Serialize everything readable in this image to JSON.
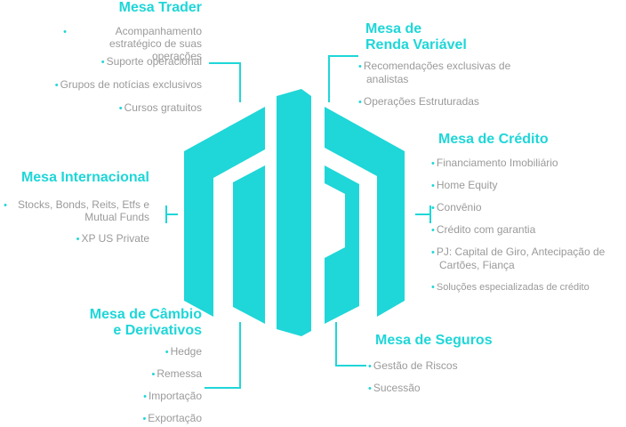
{
  "colors": {
    "accent": "#1fd6d8",
    "text": "#9a9a9a",
    "background": "#ffffff"
  },
  "center_logo": "hexagon-building-logo-icon",
  "sections": {
    "trader": {
      "title": "Mesa Trader",
      "items": [
        "Acompanhamento estratégico de suas operações",
        "Suporte operacional",
        "Grupos de notícias exclusivos",
        "Cursos gratuitos"
      ]
    },
    "renda": {
      "title_line1": "Mesa de",
      "title_line2": "Renda Variável",
      "items": [
        "Recomendações exclusivas de analistas",
        "Operações Estruturadas"
      ]
    },
    "credito": {
      "title": "Mesa de Crédito",
      "items": [
        "Financiamento Imobiliário",
        "Home Equity",
        "Convênio",
        "Crédito com garantia",
        "PJ: Capital de Giro, Antecipação de Cartões, Fiança",
        "Soluções especializadas de crédito"
      ]
    },
    "internacional": {
      "title": "Mesa Internacional",
      "items": [
        "Stocks, Bonds, Reits, Etfs e Mutual Funds",
        "XP US Private"
      ]
    },
    "cambio": {
      "title_line1": "Mesa de Câmbio",
      "title_line2": "e Derivativos",
      "items": [
        "Hedge",
        "Remessa",
        "Importação",
        "Exportação"
      ]
    },
    "seguros": {
      "title": "Mesa de Seguros",
      "items": [
        "Gestão de Riscos",
        "Sucessão"
      ]
    }
  }
}
